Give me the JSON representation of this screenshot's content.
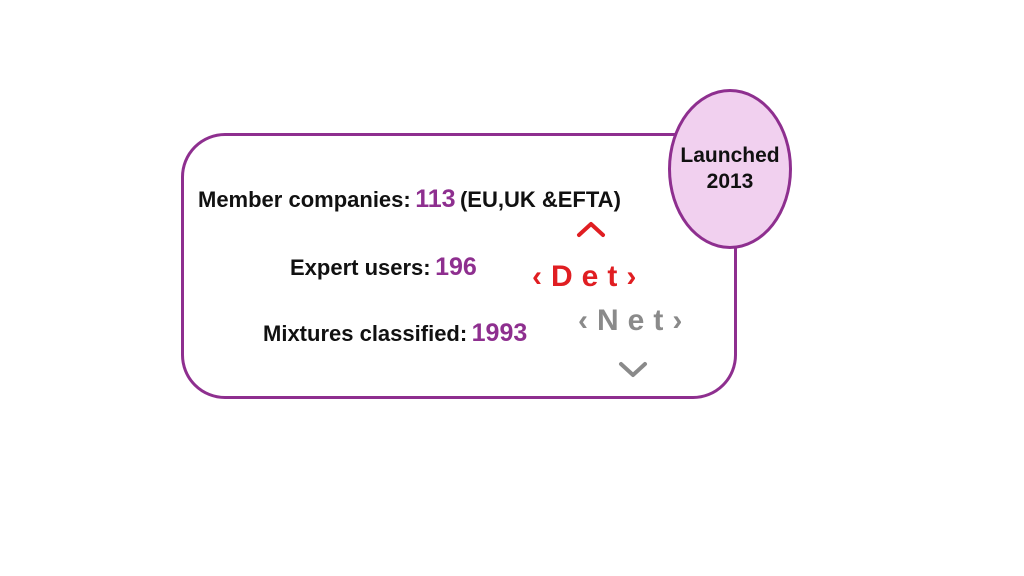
{
  "stats": {
    "members": {
      "label": "Member companies:",
      "value": "113",
      "note": "(EU,UK &EFTA)"
    },
    "experts": {
      "label": "Expert users:",
      "value": "196"
    },
    "mixtures": {
      "label": "Mixtures classified:",
      "value": "1993"
    }
  },
  "badge": {
    "line1": "Launched",
    "line2": "2013"
  },
  "tags": {
    "det": "‹Det›",
    "net": "‹Net›"
  },
  "colors": {
    "accent": "#8e2f8f",
    "badge_fill": "#f1d0ef",
    "det": "#e01e22",
    "net": "#8a8a8a",
    "text": "#111111"
  },
  "icons": {
    "up": "chevron-up-icon",
    "down": "chevron-down-icon"
  }
}
